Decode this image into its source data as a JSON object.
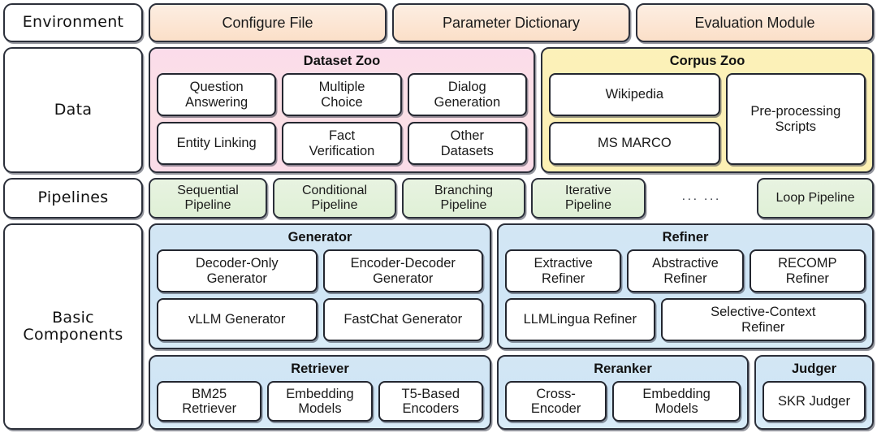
{
  "rails": {
    "environment": "Environment",
    "data": "Data",
    "pipelines": "Pipelines",
    "basic_components": "Basic\nComponents"
  },
  "colors": {
    "environment_chip": "#fbdfc8",
    "dataset_zoo": "#fbdce8",
    "corpus_zoo": "#fcf0b6",
    "pipeline_chip": "#dff0d6",
    "component_group": "#d3e6f4",
    "leaf": "#ffffff",
    "border": "#2b2f3a"
  },
  "environment": {
    "items": [
      {
        "label": "Configure File"
      },
      {
        "label": "Parameter Dictionary"
      },
      {
        "label": "Evaluation Module"
      }
    ]
  },
  "data": {
    "dataset_zoo": {
      "title": "Dataset Zoo",
      "rows": [
        [
          {
            "label": "Question\nAnswering"
          },
          {
            "label": "Multiple\nChoice"
          },
          {
            "label": "Dialog\nGeneration"
          }
        ],
        [
          {
            "label": "Entity Linking"
          },
          {
            "label": "Fact\nVerification"
          },
          {
            "label": "Other\nDatasets"
          }
        ]
      ]
    },
    "corpus_zoo": {
      "title": "Corpus Zoo",
      "left_stack": [
        {
          "label": "Wikipedia"
        },
        {
          "label": "MS MARCO"
        }
      ],
      "right": {
        "label": "Pre-processing\nScripts"
      }
    }
  },
  "pipelines": {
    "items": [
      {
        "label": "Sequential\nPipeline"
      },
      {
        "label": "Conditional\nPipeline"
      },
      {
        "label": "Branching\nPipeline"
      },
      {
        "label": "Iterative\nPipeline"
      }
    ],
    "ellipsis": "···  ···",
    "last": {
      "label": "Loop Pipeline"
    }
  },
  "basic_components": {
    "generator": {
      "title": "Generator",
      "rows": [
        [
          {
            "label": "Decoder-Only\nGenerator"
          },
          {
            "label": "Encoder-Decoder\nGenerator"
          }
        ],
        [
          {
            "label": "vLLM Generator"
          },
          {
            "label": "FastChat Generator"
          }
        ]
      ]
    },
    "refiner": {
      "title": "Refiner",
      "rows": [
        [
          {
            "label": "Extractive\nRefiner"
          },
          {
            "label": "Abstractive\nRefiner"
          },
          {
            "label": "RECOMP\nRefiner"
          }
        ],
        [
          {
            "label": "LLMLingua Refiner"
          },
          {
            "label": "Selective-Context\nRefiner"
          }
        ]
      ]
    },
    "retriever": {
      "title": "Retriever",
      "rows": [
        [
          {
            "label": "BM25\nRetriever"
          },
          {
            "label": "Embedding\nModels"
          },
          {
            "label": "T5-Based\nEncoders"
          }
        ]
      ]
    },
    "reranker": {
      "title": "Reranker",
      "rows": [
        [
          {
            "label": "Cross-\nEncoder"
          },
          {
            "label": "Embedding\nModels"
          }
        ]
      ]
    },
    "judger": {
      "title": "Judger",
      "rows": [
        [
          {
            "label": "SKR Judger"
          }
        ]
      ]
    }
  }
}
